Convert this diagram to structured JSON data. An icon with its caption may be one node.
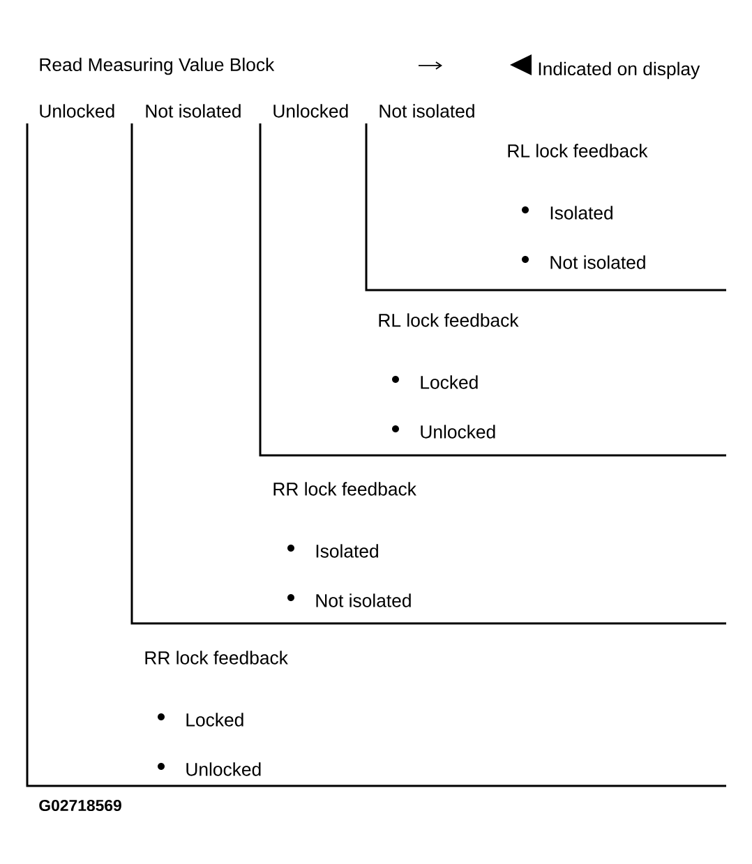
{
  "diagram": {
    "labels": [
      "Read Measuring Value Block",
      "Indicated on display",
      "Unlocked",
      "Not isolated",
      "Unlocked",
      "Not isolated",
      "RL lock feedback",
      "Isolated",
      "Not isolated",
      "RL lock feedback",
      "Locked",
      "Unlocked",
      "RR lock feedback",
      "Isolated",
      "Not isolated",
      "RR lock feedback",
      "Locked",
      "Unlocked",
      "G02718569"
    ]
  }
}
